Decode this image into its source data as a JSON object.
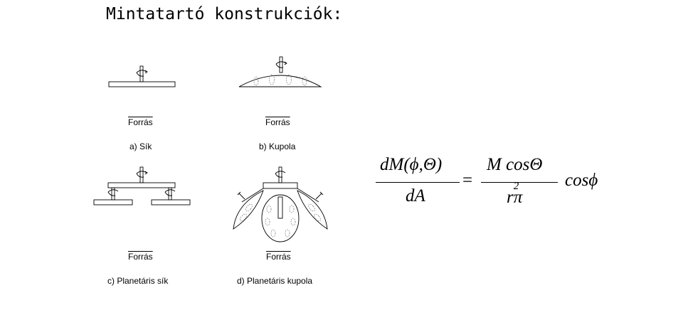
{
  "title": "Mintatartó konstrukciók:",
  "panels": [
    {
      "source_label": "Forrás",
      "caption": "a) Sík"
    },
    {
      "source_label": "Forrás",
      "caption": "b) Kupola"
    },
    {
      "source_label": "Forrás",
      "caption": "c) Planetáris sík"
    },
    {
      "source_label": "Forrás",
      "caption": "d) Planetáris kupola"
    }
  ],
  "formula": {
    "lhs_num": "dM(ϕ,Θ)",
    "lhs_den": "dA",
    "equals": "=",
    "rhs_num": "M cosΘ",
    "rhs_den_r": "r",
    "rhs_den_exp": "2",
    "rhs_den_pi": "π",
    "tail": "cosϕ"
  }
}
